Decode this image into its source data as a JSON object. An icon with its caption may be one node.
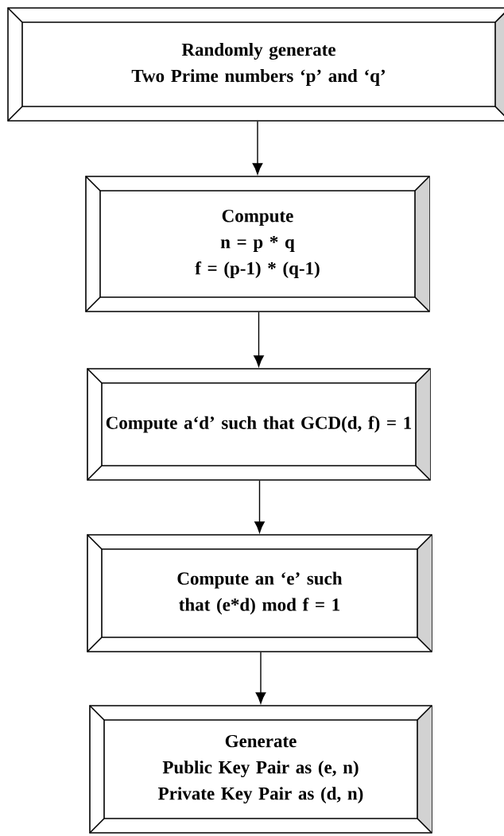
{
  "diagram": {
    "nodes": [
      {
        "text": [
          "Randomly generate",
          "Two Prime numbers ‘p’ and ‘q’"
        ]
      },
      {
        "text": [
          "Compute",
          "n = p * q",
          "f = (p-1) * (q-1)"
        ]
      },
      {
        "text": [
          "Compute a‘d’ such that GCD(d, f) = 1"
        ]
      },
      {
        "text": [
          "Compute an ‘e’ such that (e*d) mod f = 1"
        ]
      },
      {
        "text": [
          "Generate",
          "Public Key Pair as (e, n)",
          "Private Key Pair as (d, n)"
        ]
      }
    ],
    "edges": [
      {
        "from": 0,
        "to": 1,
        "arrow": "to"
      },
      {
        "from": 1,
        "to": 2,
        "arrow": "to"
      },
      {
        "from": 2,
        "to": 3,
        "arrow": "to"
      },
      {
        "from": 3,
        "to": 4,
        "arrow": "to"
      }
    ]
  }
}
